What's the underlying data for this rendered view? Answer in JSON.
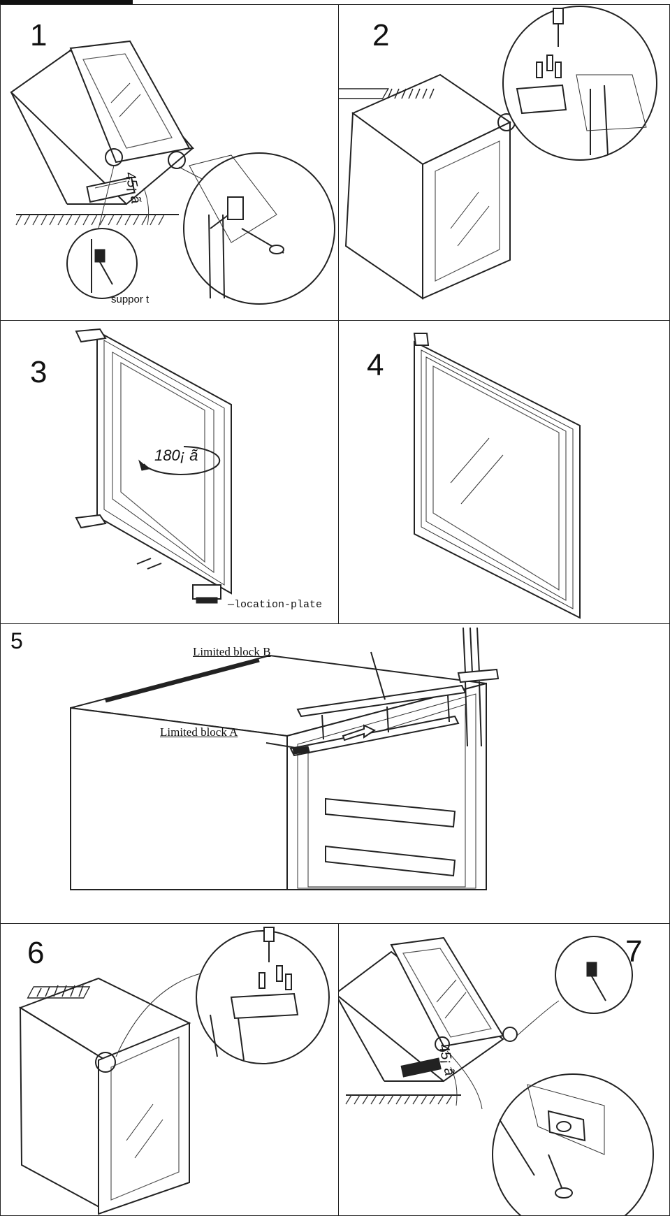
{
  "steps": [
    {
      "number": "1",
      "labels": {
        "support": "suppor t"
      },
      "angle": "45¡ ã"
    },
    {
      "number": "2"
    },
    {
      "number": "3",
      "labels": {
        "location_plate": "—location-plate"
      },
      "angle": "180¡ ã"
    },
    {
      "number": "4"
    },
    {
      "number": "5",
      "labels": {
        "block_b": "Limited block  B",
        "block_a": "Limited block  A"
      }
    },
    {
      "number": "6"
    },
    {
      "number": "7",
      "angle": "45¡ ã"
    }
  ],
  "colors": {
    "line": "#222222",
    "background": "#ffffff"
  },
  "icons": {
    "rotate": "rotate-arrow-icon",
    "slide": "slide-arrow-icon"
  }
}
